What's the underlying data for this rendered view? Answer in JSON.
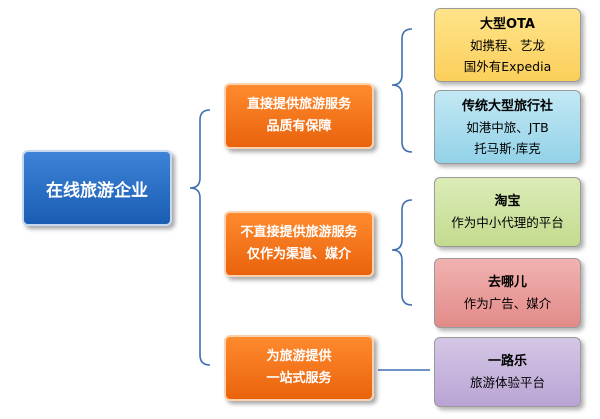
{
  "root": {
    "label": "在线旅游企业"
  },
  "categories": [
    {
      "lines": [
        "直接提供旅游服务",
        "品质有保障"
      ],
      "leaves": [
        {
          "title": "大型OTA",
          "lines": [
            "如携程、艺龙",
            "国外有Expedia"
          ],
          "color": "#fbcf5b"
        },
        {
          "title": "传统大型旅行社",
          "lines": [
            "如港中旅、JTB",
            "托马斯·库克"
          ],
          "color": "#93d2e8"
        }
      ]
    },
    {
      "lines": [
        "不直接提供旅游服务",
        "仅作为渠道、媒介"
      ],
      "leaves": [
        {
          "title": "淘宝",
          "lines": [
            "作为中小代理的平台"
          ],
          "color": "#c3db8e"
        },
        {
          "title": "去哪儿",
          "lines": [
            "作为广告、媒介"
          ],
          "color": "#e28b89"
        }
      ]
    },
    {
      "lines": [
        "为旅游提供",
        "一站式服务"
      ],
      "leaves": [
        {
          "title": "一路乐",
          "lines": [
            "旅游体验平台"
          ],
          "color": "#b9a4d5"
        }
      ]
    }
  ],
  "colors": {
    "root": "#1a5db3",
    "category": "#e9630c",
    "connector": "#3e6fb0"
  }
}
